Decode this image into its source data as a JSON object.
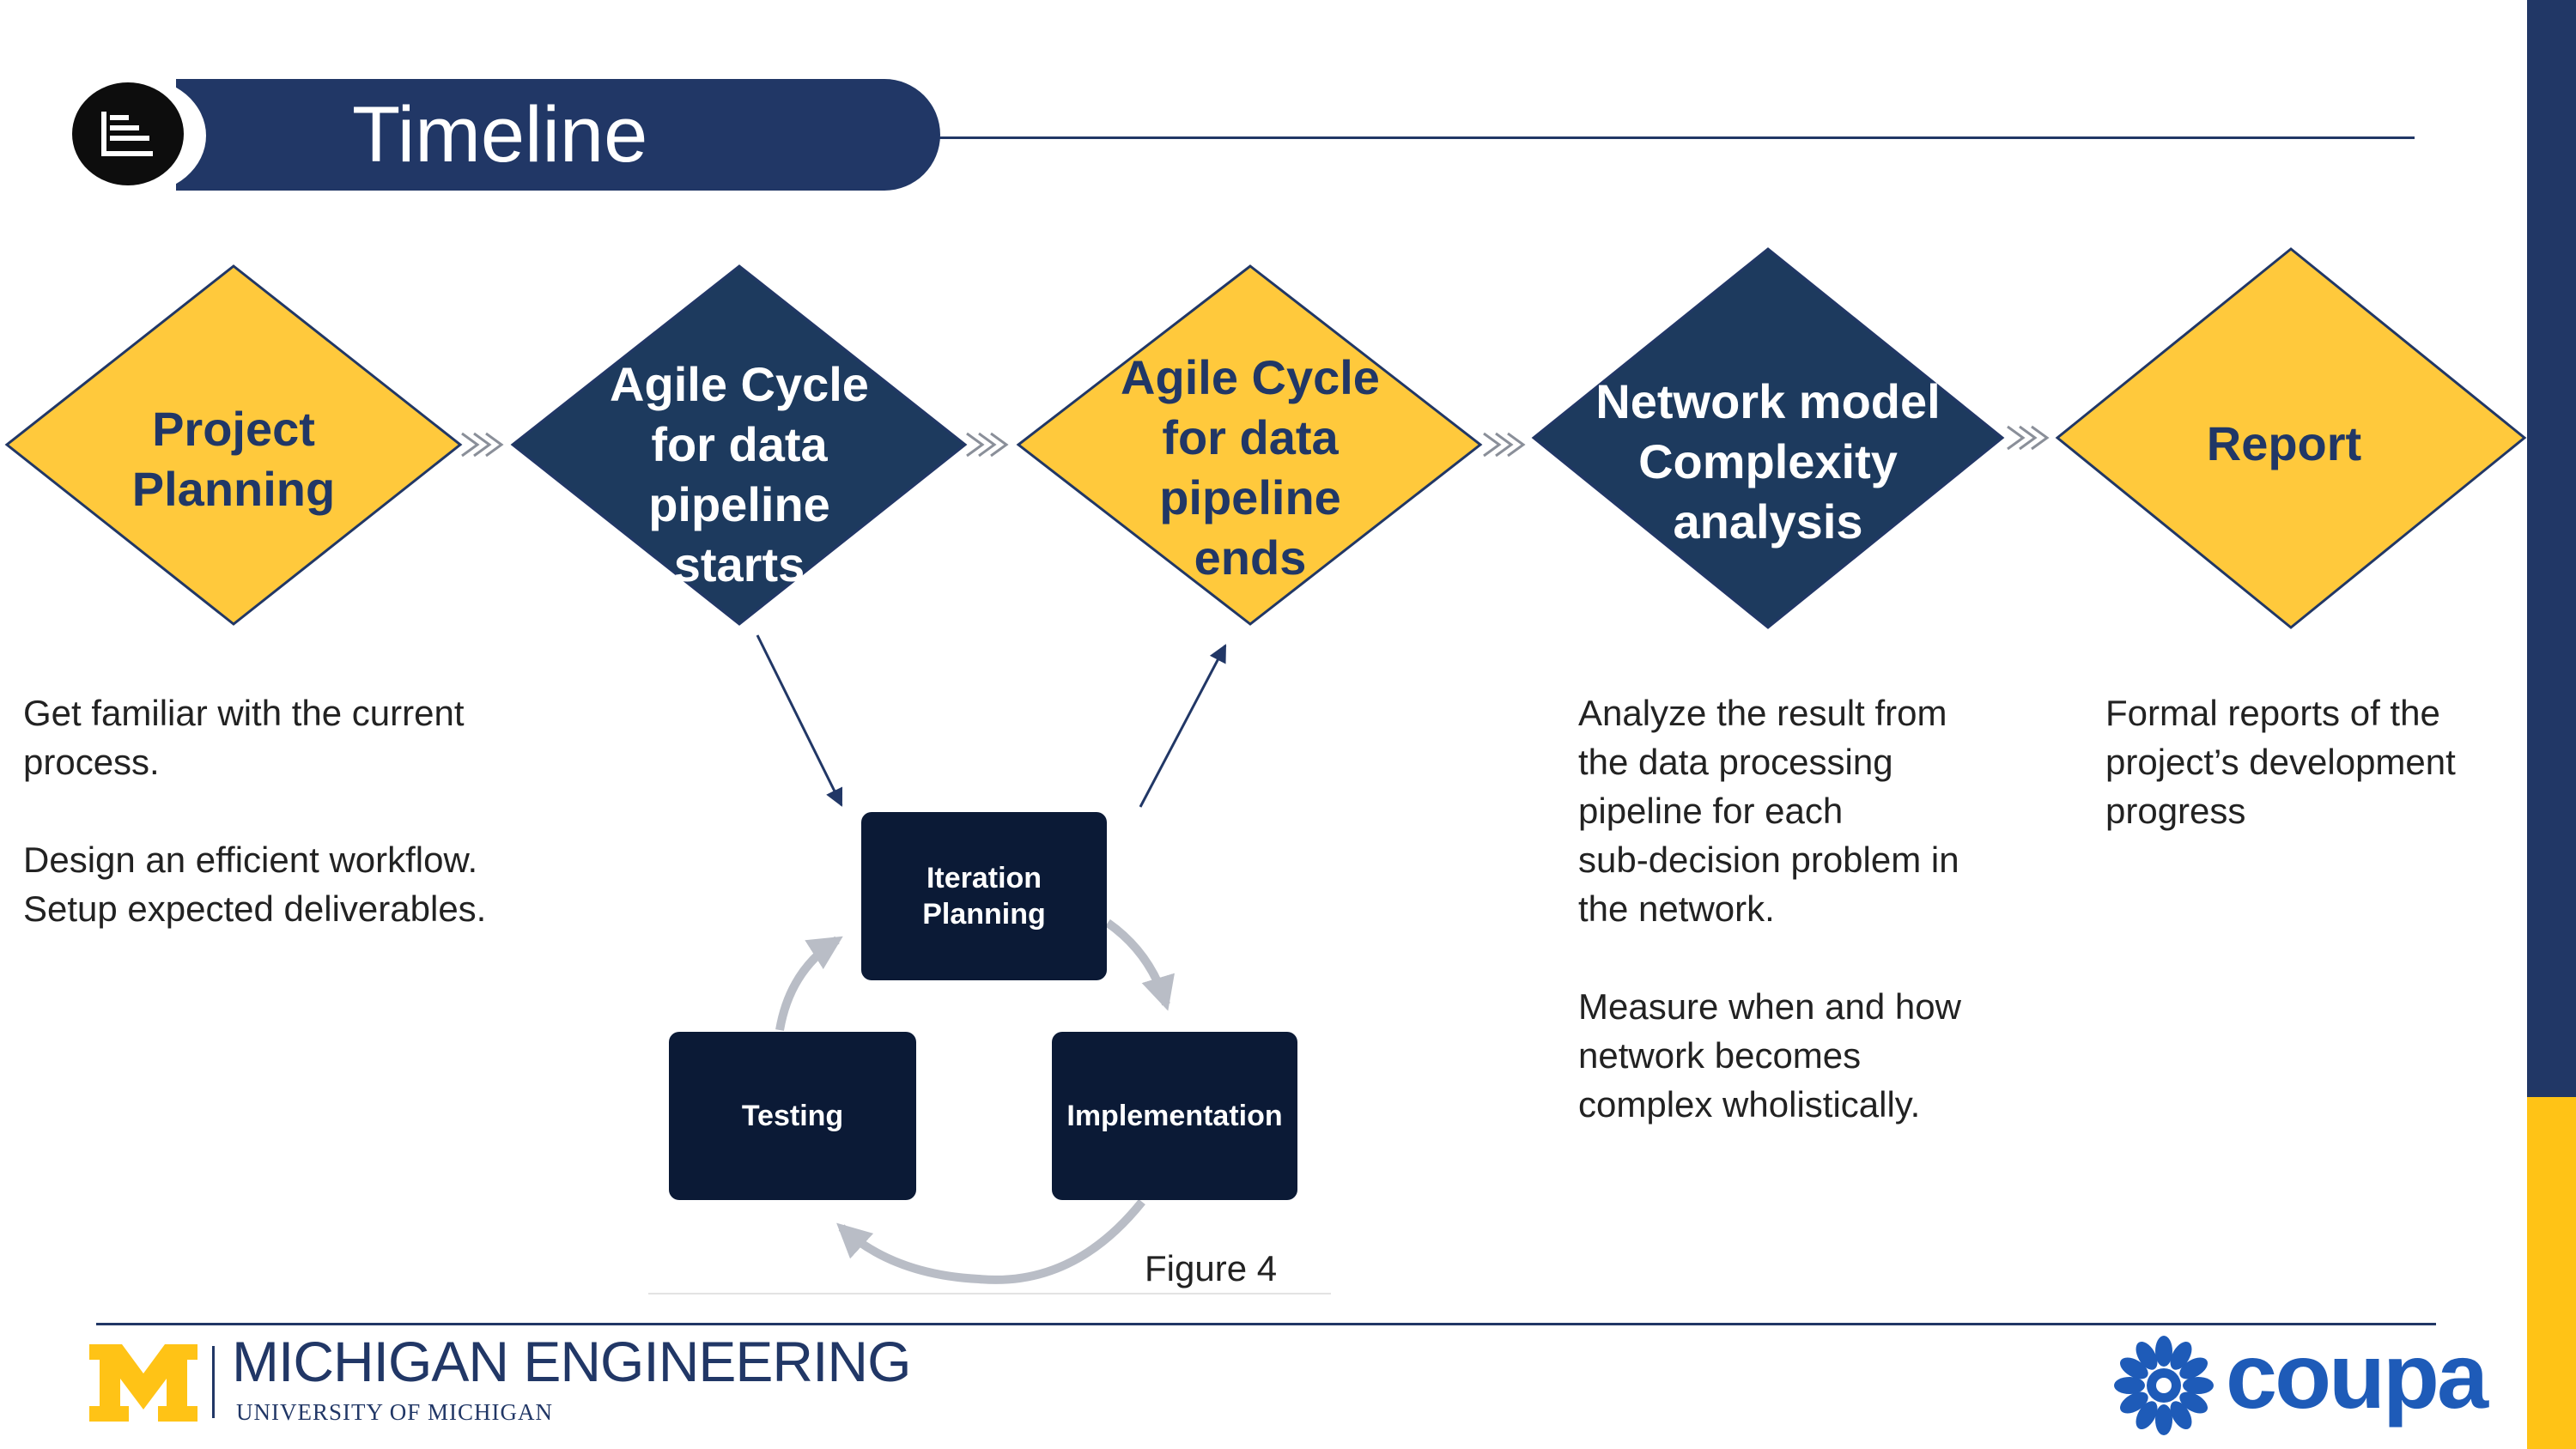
{
  "header": {
    "title": "Timeline",
    "icon": "timeline-icon"
  },
  "steps": [
    {
      "label": "Project\nPlanning",
      "color": "#ffc93c",
      "text_color": "#213766"
    },
    {
      "label": "Agile Cycle\nfor data\npipeline\nstarts",
      "color": "#1d3a5e",
      "text_color": "#ffffff"
    },
    {
      "label": "Agile Cycle\nfor data\npipeline\nends",
      "color": "#ffc93c",
      "text_color": "#213766"
    },
    {
      "label": "Network model\nComplexity\nanalysis",
      "color": "#1d3a5e",
      "text_color": "#ffffff"
    },
    {
      "label": "Report",
      "color": "#ffc93c",
      "text_color": "#213766"
    }
  ],
  "descriptions": {
    "planning": "Get familiar with the current\nprocess.\n\nDesign an efficient workflow.\nSetup expected deliverables.",
    "network": "Analyze the result from\nthe data processing\npipeline for each\nsub-decision problem in\nthe network.\n\nMeasure when and how\nnetwork becomes\ncomplex wholistically.",
    "report": "Formal reports of the\nproject’s development\nprogress"
  },
  "agile_cycle": {
    "iteration": "Iteration\nPlanning",
    "implementation": "Implementation",
    "testing": "Testing",
    "caption": "Figure 4"
  },
  "footer": {
    "university_name": "MICHIGAN ENGINEERING",
    "university_sub": "UNIVERSITY OF MICHIGAN",
    "partner": "coupa"
  },
  "colors": {
    "navy": "#213766",
    "gold": "#ffc93c",
    "dark_box": "#0b1a36",
    "coupa_blue": "#1e5bb8"
  }
}
